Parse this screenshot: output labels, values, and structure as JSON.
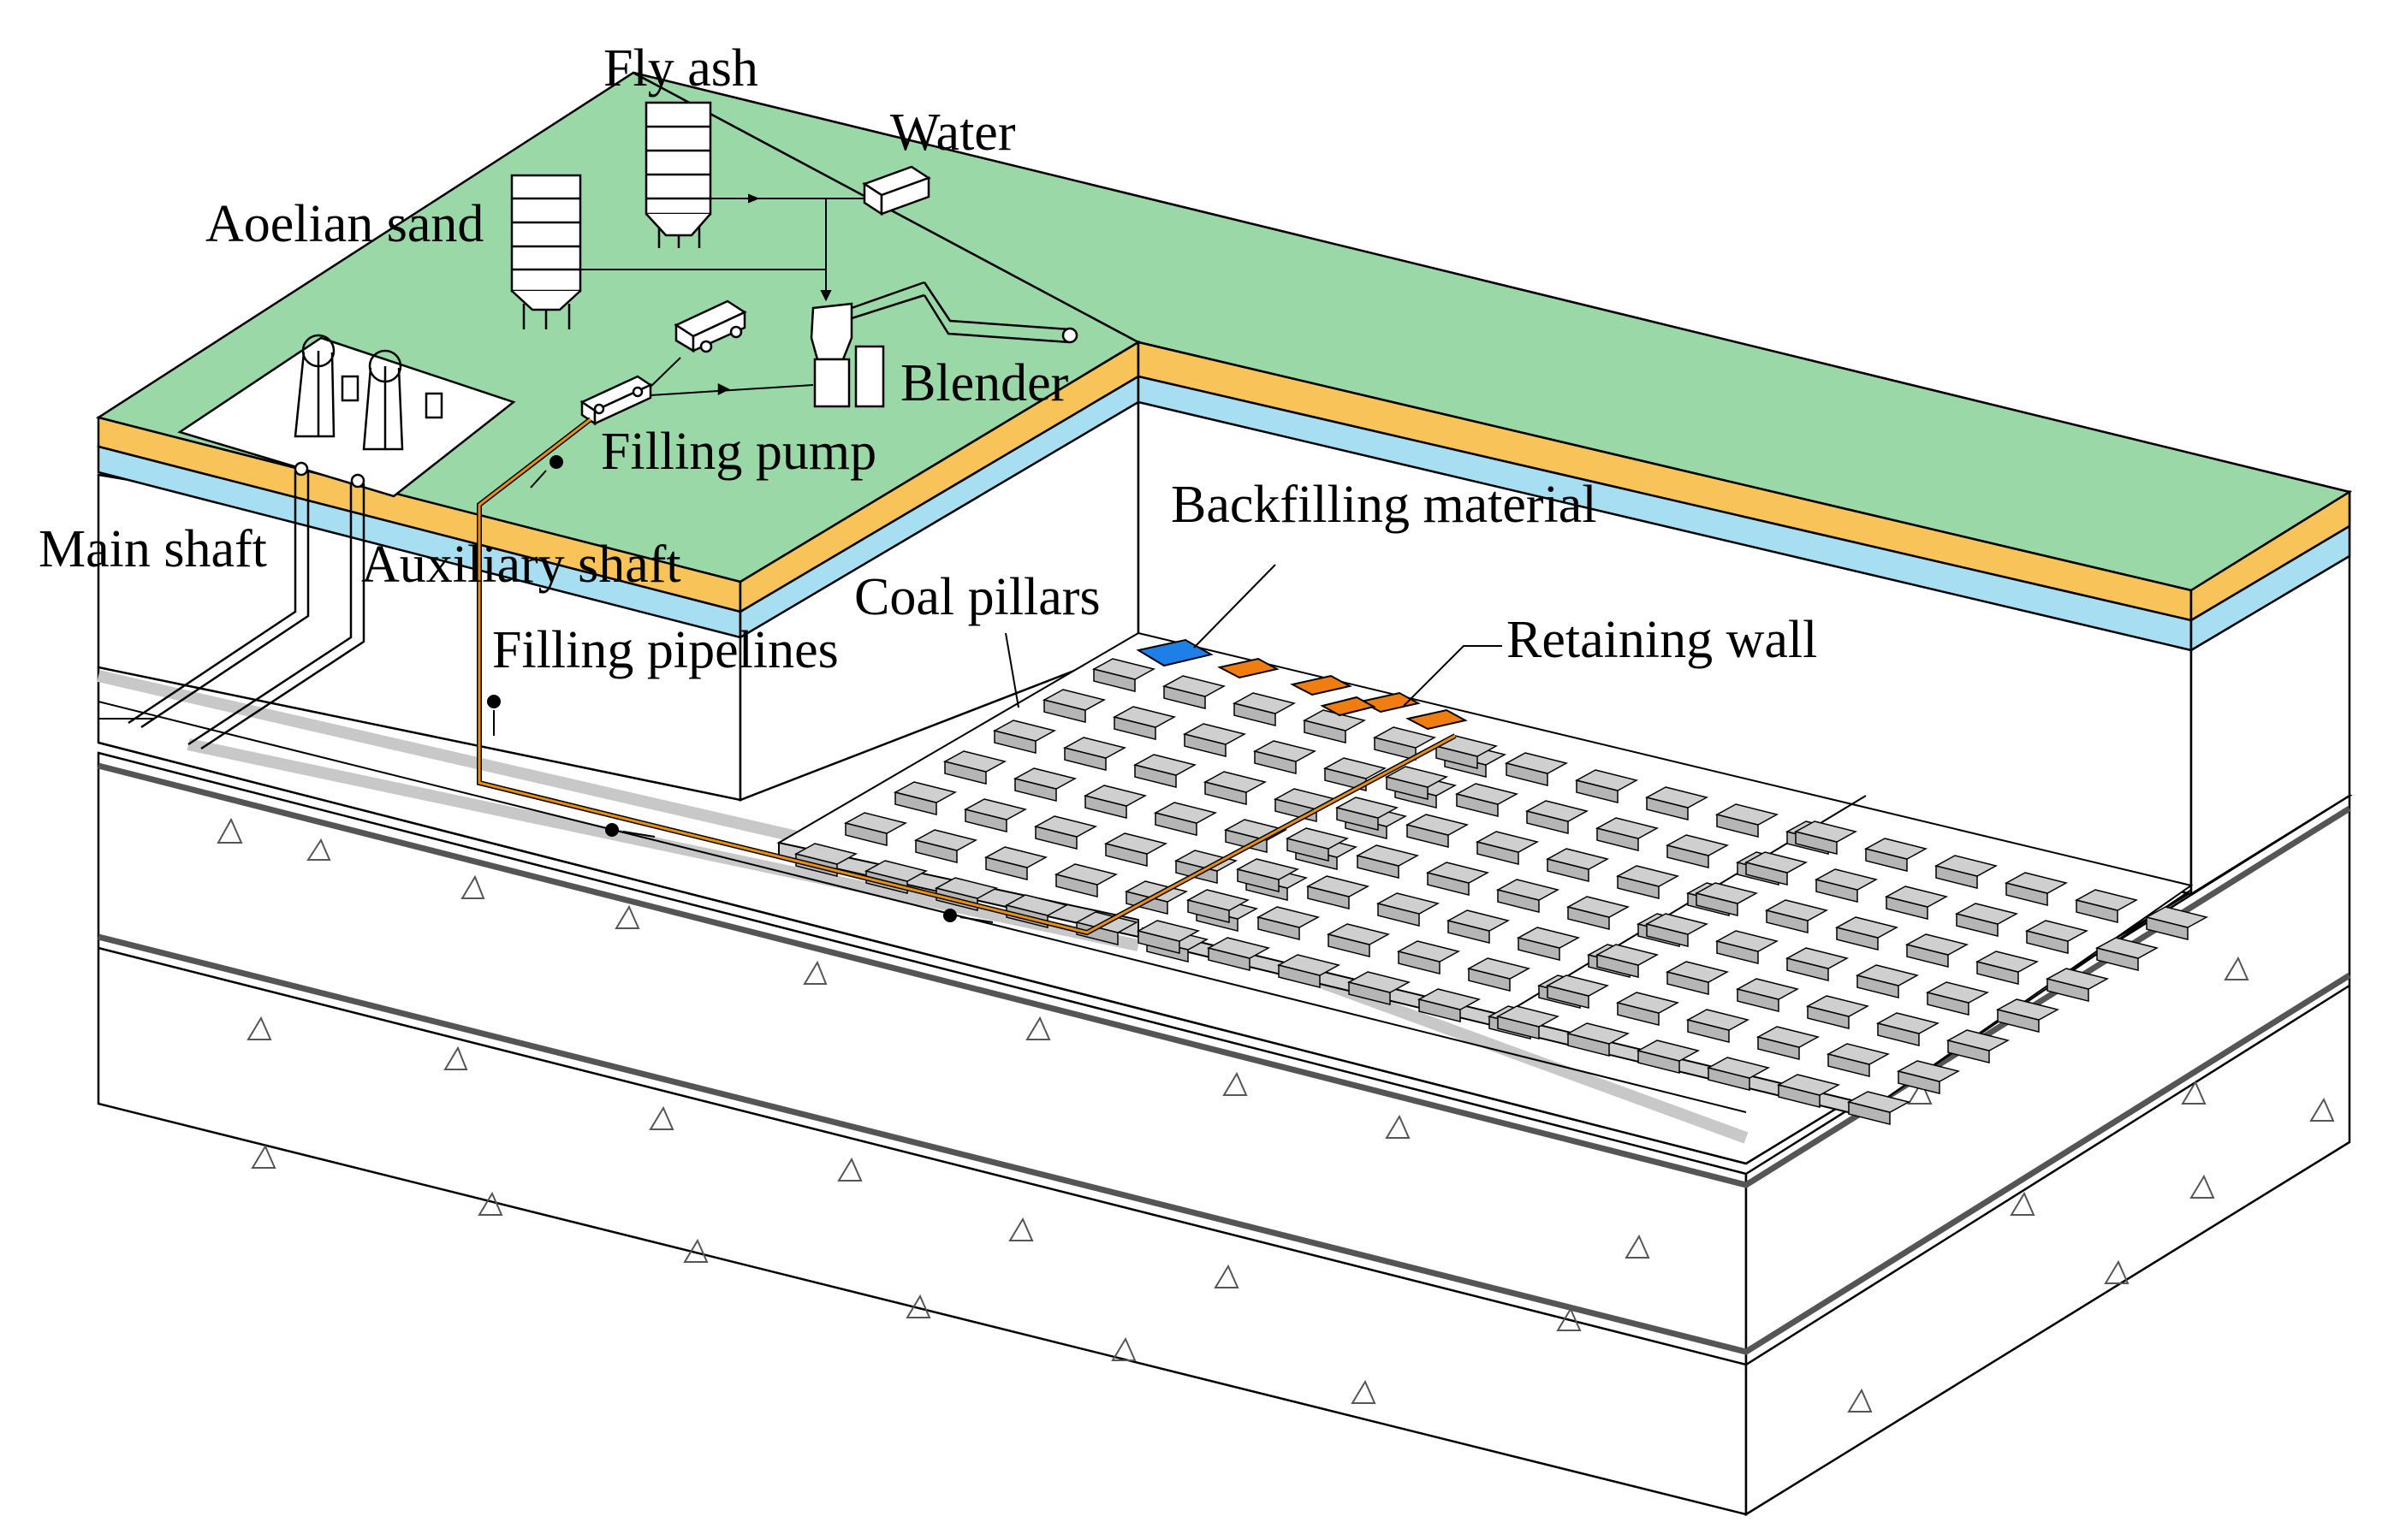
{
  "labels": {
    "fly_ash": "Fly ash",
    "water": "Water",
    "aeolian_sand": "Aoelian sand",
    "blender": "Blender",
    "filling_pump": "Filling pump",
    "main_shaft": "Main shaft",
    "auxiliary_shaft": "Auxiliary shaft",
    "filling_pipelines": "Filling pipelines",
    "backfilling_material": "Backfilling material",
    "coal_pillars": "Coal pillars",
    "retaining_wall": "Retaining wall"
  },
  "colors": {
    "ground_surface": "#9bd8a8",
    "sand_layer": "#f8c45a",
    "aquifer_layer": "#a8def2",
    "backfilling_material": "#1f7fe8",
    "retaining_wall": "#f07d10",
    "pipeline": "#e8900e",
    "coal_pillar": "#cfcfcf",
    "line": "#000000"
  }
}
